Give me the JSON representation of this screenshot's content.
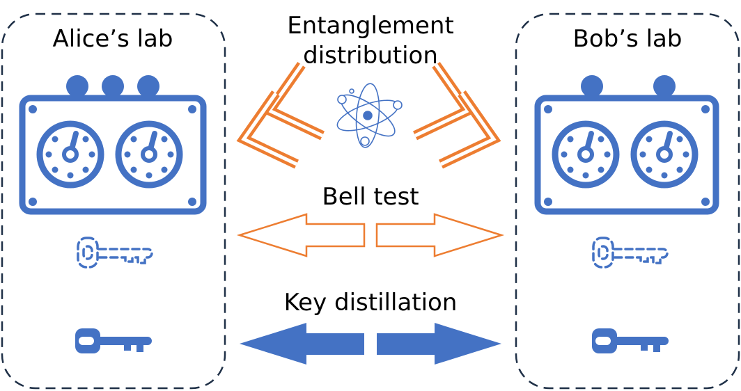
{
  "labs": {
    "alice": {
      "title": "Alice’s lab"
    },
    "bob": {
      "title": "Bob’s lab"
    }
  },
  "steps": {
    "entanglement_line1": "Entanglement",
    "entanglement_line2": "distribution",
    "bell_test": "Bell test",
    "key_distillation": "Key distillation"
  },
  "colors": {
    "device_blue": "#4472C4",
    "arrow_orange": "#ED7D31",
    "dashed_border": "#1F3047"
  },
  "icons": [
    "measurement-device-icon",
    "dial-icon",
    "dashed-key-icon",
    "key-icon",
    "atom-icon",
    "chevron-icon",
    "arrow-icon"
  ]
}
